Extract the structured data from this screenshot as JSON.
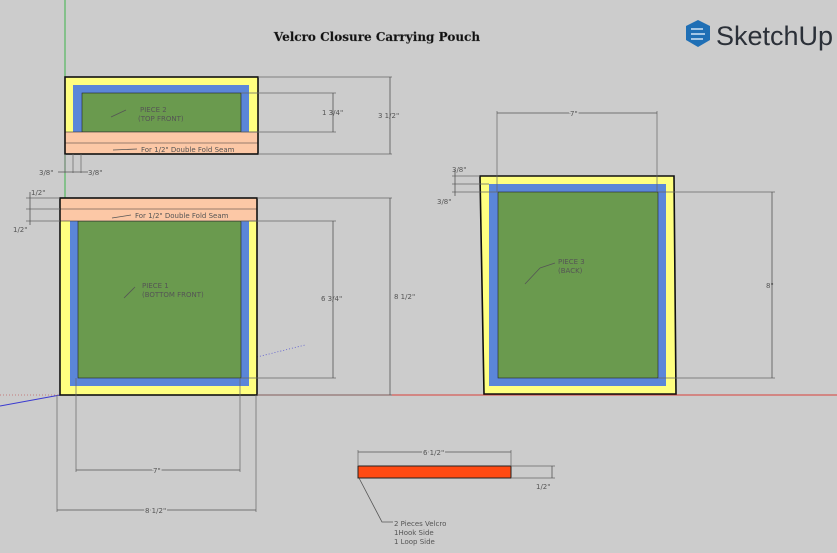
{
  "title": "Velcro Closure Carrying Pouch",
  "brand": {
    "name": "SketchUp",
    "color": "#1f6fb5"
  },
  "colors": {
    "yellow": "#ffff80",
    "blue": "#5b86d9",
    "green": "#6a9a4e",
    "peach": "#fcc8a6",
    "velcro": "#ff4a12",
    "background": "#cccccc"
  },
  "pieces": {
    "piece2": {
      "name": "PIECE 2",
      "sub": "(TOP FRONT)",
      "seam": "For 1/2\" Double Fold Seam"
    },
    "piece1": {
      "name": "PIECE 1",
      "sub": "(BOTTOM FRONT)",
      "seam": "For 1/2\" Double Fold Seam"
    },
    "piece3": {
      "name": "PIECE 3",
      "sub": "(BACK)"
    },
    "velcro": {
      "line1": "2 Pieces Velcro",
      "line2": "1Hook Side",
      "line3": "1 Loop Side"
    }
  },
  "dims": {
    "p2_height": "3 1/2\"",
    "p2_inner": "1 3/4\"",
    "p2_border_a": "3/8\"",
    "p2_border_b": "3/8\"",
    "p1_seam_a": "1/2\"",
    "p1_seam_b": "1/2\"",
    "p1_height": "8 1/2\"",
    "p1_inner": "6 3/4\"",
    "p1_inner_width": "7\"",
    "p1_width": "8 1/2\"",
    "p3_width": "7\"",
    "p3_height": "8\"",
    "p3_border_a": "3/8\"",
    "p3_border_b": "3/8\"",
    "velcro_length": "6 1/2\"",
    "velcro_width": "1/2\""
  }
}
